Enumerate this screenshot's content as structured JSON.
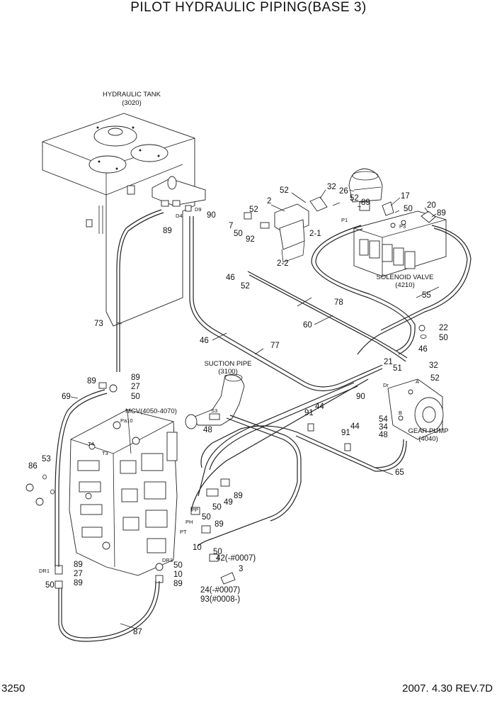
{
  "title": "PILOT HYDRAULIC PIPING(BASE 3)",
  "page_number": "3250",
  "revision": "2007. 4.30 REV.7D",
  "components": {
    "hydraulic_tank": {
      "name": "HYDRAULIC TANK",
      "ref": "(3020)"
    },
    "solenoid_valve": {
      "name": "SOLENOID VALVE",
      "ref": "(4210)"
    },
    "suction_pipe": {
      "name": "SUCTION PIPE",
      "ref": "(3100)"
    },
    "gear_pump": {
      "name": "GEAR PUMP",
      "ref": "(4040)"
    },
    "mcv": {
      "name": "MCV(4050-4070)"
    }
  },
  "port_labels": {
    "d4": "D4",
    "d9": "D9",
    "p1": "P1",
    "p3": "P3",
    "dr": "Dr",
    "a": "A",
    "b": "B",
    "s3": "S3",
    "pa10": "Pa10",
    "t4": "T4",
    "t3": "T3",
    "pp": "PP",
    "ph": "PH",
    "pt": "PT",
    "dr3": "DR3",
    "dr1": "DR1"
  },
  "callouts": [
    {
      "id": "c1",
      "text": "2"
    },
    {
      "id": "c2",
      "text": "52"
    },
    {
      "id": "c3",
      "text": "32"
    },
    {
      "id": "c4",
      "text": "26"
    },
    {
      "id": "c5",
      "text": "52"
    },
    {
      "id": "c6",
      "text": "89"
    },
    {
      "id": "c7",
      "text": "17"
    },
    {
      "id": "c8",
      "text": "50"
    },
    {
      "id": "c9",
      "text": "20"
    },
    {
      "id": "c10",
      "text": "89"
    },
    {
      "id": "c11",
      "text": "52"
    },
    {
      "id": "c12",
      "text": "2-1"
    },
    {
      "id": "c13",
      "text": "7"
    },
    {
      "id": "c14",
      "text": "50"
    },
    {
      "id": "c15",
      "text": "92"
    },
    {
      "id": "c16",
      "text": "2-2"
    },
    {
      "id": "c17",
      "text": "90"
    },
    {
      "id": "c18",
      "text": "89"
    },
    {
      "id": "c19",
      "text": "46"
    },
    {
      "id": "c20",
      "text": "52"
    },
    {
      "id": "c21",
      "text": "78"
    },
    {
      "id": "c22",
      "text": "55"
    },
    {
      "id": "c23",
      "text": "60"
    },
    {
      "id": "c24",
      "text": "73"
    },
    {
      "id": "c25",
      "text": "46"
    },
    {
      "id": "c26",
      "text": "77"
    },
    {
      "id": "c27",
      "text": "22"
    },
    {
      "id": "c28",
      "text": "50"
    },
    {
      "id": "c29",
      "text": "46"
    },
    {
      "id": "c30",
      "text": "21"
    },
    {
      "id": "c31",
      "text": "32"
    },
    {
      "id": "c32",
      "text": "51"
    },
    {
      "id": "c33",
      "text": "52"
    },
    {
      "id": "c34",
      "text": "89"
    },
    {
      "id": "c35",
      "text": "89"
    },
    {
      "id": "c36",
      "text": "27"
    },
    {
      "id": "c37",
      "text": "50"
    },
    {
      "id": "c38",
      "text": "69"
    },
    {
      "id": "c39",
      "text": "90"
    },
    {
      "id": "c40",
      "text": "91"
    },
    {
      "id": "c41",
      "text": "44"
    },
    {
      "id": "c42",
      "text": "54"
    },
    {
      "id": "c43",
      "text": "34"
    },
    {
      "id": "c44",
      "text": "48"
    },
    {
      "id": "c45",
      "text": "48"
    },
    {
      "id": "c46",
      "text": "91"
    },
    {
      "id": "c47",
      "text": "44"
    },
    {
      "id": "c48",
      "text": "53"
    },
    {
      "id": "c49",
      "text": "86"
    },
    {
      "id": "c50",
      "text": "65"
    },
    {
      "id": "c51",
      "text": "89"
    },
    {
      "id": "c52",
      "text": "49"
    },
    {
      "id": "c53",
      "text": "50"
    },
    {
      "id": "c54",
      "text": "50"
    },
    {
      "id": "c55",
      "text": "89"
    },
    {
      "id": "c56",
      "text": "10"
    },
    {
      "id": "c57",
      "text": "50"
    },
    {
      "id": "c58",
      "text": "42(-#0007)"
    },
    {
      "id": "c59",
      "text": "3"
    },
    {
      "id": "c60",
      "text": "89"
    },
    {
      "id": "c61",
      "text": "27"
    },
    {
      "id": "c62",
      "text": "89"
    },
    {
      "id": "c63",
      "text": "50"
    },
    {
      "id": "c64",
      "text": "50"
    },
    {
      "id": "c65",
      "text": "10"
    },
    {
      "id": "c66",
      "text": "89"
    },
    {
      "id": "c67",
      "text": "24(-#0007)"
    },
    {
      "id": "c68",
      "text": "93(#0008-)"
    },
    {
      "id": "c69",
      "text": "87"
    }
  ]
}
